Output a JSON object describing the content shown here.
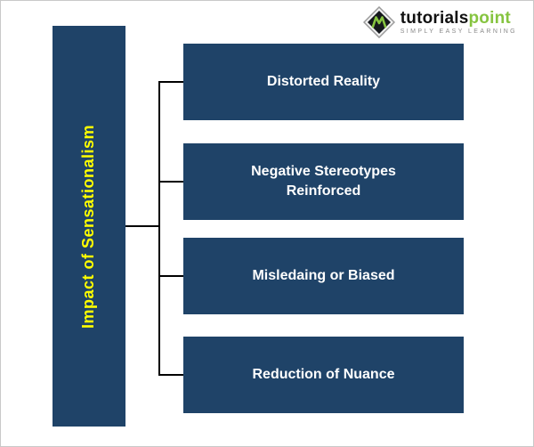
{
  "diagram": {
    "root_label": "Impact of Sensationalism",
    "items": [
      {
        "label": "Distorted Reality"
      },
      {
        "label": "Negative Stereotypes Reinforced"
      },
      {
        "label": "Misledaing or Biased"
      },
      {
        "label": "Reduction of Nuance"
      }
    ]
  },
  "logo": {
    "brand_black": "tutorials",
    "brand_green": "point",
    "tagline": "SIMPLY EASY LEARNING"
  },
  "colors": {
    "box_fill": "#1f4368",
    "root_label_yellow": "#ffff00",
    "item_text": "#ffffff",
    "connector": "#000000",
    "logo_green": "#86c440",
    "logo_black": "#111111",
    "tagline_gray": "#8a8a8a"
  }
}
